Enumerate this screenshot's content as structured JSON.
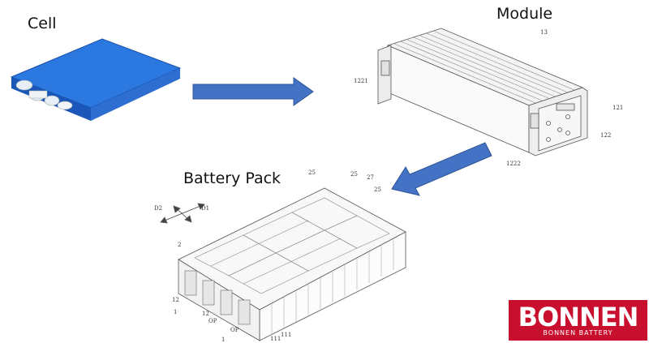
{
  "stages": {
    "cell": "Cell",
    "module": "Module",
    "pack": "Battery Pack"
  },
  "module_refs": {
    "r13": "13",
    "r1221": "1221",
    "r121": "121",
    "r122": "122",
    "r1222": "1222"
  },
  "pack_refs": {
    "r25a": "25",
    "r25b": "25",
    "r27": "27",
    "r25c": "25",
    "r2": "2",
    "d2": "D2",
    "d1": "D1",
    "r12a": "12",
    "r12b": "12",
    "r1a": "1",
    "r1b": "1",
    "op": "OP",
    "op2": "OP",
    "r111a": "111",
    "r111b": "111"
  },
  "logo": {
    "name": "BONNEN",
    "subtitle": "BONNEN BATTERY"
  },
  "colors": {
    "arrow": "#4472c4",
    "cell": "#1f64c8",
    "logo_bg": "#c8102e"
  }
}
